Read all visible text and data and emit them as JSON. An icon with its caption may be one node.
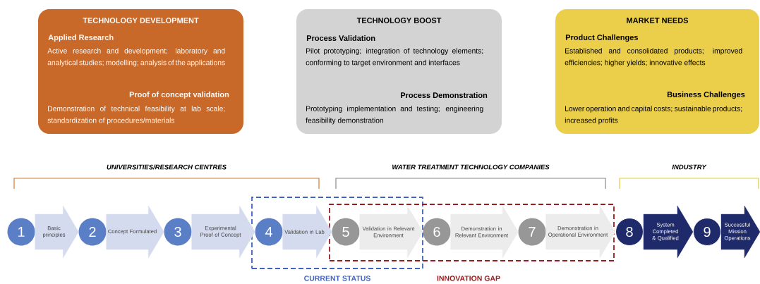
{
  "diagram": {
    "nodes": [
      {
        "text": [
          "TECHNOLOGY DEVELOPMENT",
          "Applied Research",
          "Active research and development; laboratory and analytical studies; modelling; analysis of the applications",
          "Proof of concept validation",
          "Demonstration of technical feasibility at lab scale; standardization of procedures/materials"
        ]
      },
      {
        "text": [
          "TECHNOLOGY BOOST",
          "Process Validation",
          "Pilot prototyping; integration of technology elements; conforming to target environment and interfaces",
          "Process Demonstration",
          "Prototyping implementation and testing; engineering feasibility demonstration"
        ]
      },
      {
        "text": [
          "MARKET NEEDS",
          "Product Challenges",
          "Established and consolidated products; improved efficiencies; higher yields; innovative effects",
          "Business Challenges",
          "Lower operation and capital costs; sustainable products; increased profits"
        ]
      },
      {
        "text": [
          "1"
        ]
      },
      {
        "text": [
          "2"
        ]
      },
      {
        "text": [
          "3"
        ]
      },
      {
        "text": [
          "4"
        ],
        "in": 12
      },
      {
        "text": [
          "5"
        ]
      },
      {
        "text": [
          "6"
        ],
        "in": 13
      },
      {
        "text": [
          "7"
        ],
        "in": 13
      },
      {
        "text": [
          "8"
        ]
      },
      {
        "text": [
          "9"
        ]
      },
      {
        "text": [
          "CURRENT STATUS"
        ]
      },
      {
        "text": [
          "INNOVATION GAP"
        ]
      }
    ],
    "edges": [
      {
        "from": 3,
        "to": 4,
        "arrow": "to",
        "label": "Basic principles"
      },
      {
        "from": 4,
        "to": 5,
        "arrow": "to",
        "label": "Concept Formulated"
      },
      {
        "from": 5,
        "to": 6,
        "arrow": "to",
        "label": "Experimental Proof of Concept"
      },
      {
        "from": 6,
        "to": 7,
        "arrow": "to",
        "label": "Validation in Lab"
      },
      {
        "from": 7,
        "to": 8,
        "arrow": "to",
        "label": "Validation in Relevant Environment",
        "color": "#ececec"
      },
      {
        "from": 8,
        "to": 9,
        "arrow": "to",
        "label": "Demonstration in Relevant Environment",
        "color": "#ececec"
      },
      {
        "from": 9,
        "to": 10,
        "arrow": "to",
        "label": "Demonstration in Operational Environment",
        "color": "#ececec"
      },
      {
        "from": 10,
        "to": 11,
        "arrow": "to",
        "label": "System Completed & Qualified",
        "color": "#1f2a6b"
      },
      {
        "from": 11,
        "to": null,
        "arrow": "to",
        "label": "Successful Mission Operations",
        "color": "#1f2a6b"
      }
    ],
    "labels": [
      "UNIVERSITIES/RESEARCH CENTRES",
      "WATER TREATMENT TECHNOLOGY COMPANIES",
      "INDUSTRY"
    ]
  }
}
